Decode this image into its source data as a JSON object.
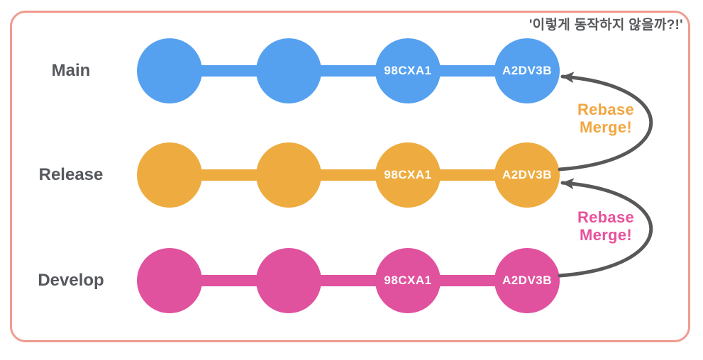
{
  "quote": {
    "text": "'이렇게 동작하지 않을까?!'"
  },
  "branches": [
    {
      "label": "Main",
      "color": "#55A1F0",
      "commits": [
        "",
        "",
        "98CXA1",
        "A2DV3B"
      ]
    },
    {
      "label": "Release",
      "color": "#EEAC40",
      "commits": [
        "",
        "",
        "98CXA1",
        "A2DV3B"
      ]
    },
    {
      "label": "Develop",
      "color": "#E0519E",
      "commits": [
        "",
        "",
        "98CXA1",
        "A2DV3B"
      ]
    }
  ],
  "annotations": [
    {
      "line1": "Rebase",
      "line2": "Merge!",
      "color": "#F2A640"
    },
    {
      "line1": "Rebase",
      "line2": "Merge!",
      "color": "#E8519C"
    }
  ],
  "colors": {
    "frame_border": "#F09B90",
    "arrow": "#58585B",
    "branch_label": "#55585C",
    "quote_text": "#56585B",
    "commit_text": "#FFFFFF",
    "background": "#FFFFFF"
  }
}
